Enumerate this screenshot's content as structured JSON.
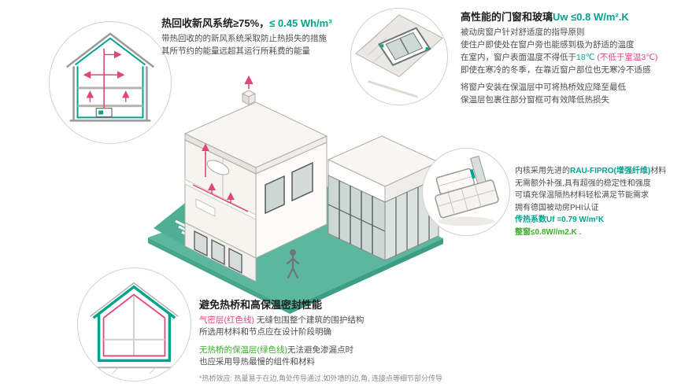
{
  "colors": {
    "teal": "#00a38c",
    "green": "#3dae2b",
    "red": "#e0457b",
    "platform": "#5bb89e"
  },
  "blocks": {
    "ventilation": {
      "title_black": "热回收新风系统≥75%，",
      "title_teal": "≤ 0.45 Wh/m³",
      "line1": "带热回收的的新风系统采取防止热损失的措施",
      "line2": "其所节约的能量远超其运行所耗费的能量"
    },
    "windows": {
      "title_black": "高性能的门窗和玻璃",
      "title_teal": "Uw ≤0.8 W/m².K",
      "p1l1": "被动房窗户针对舒适度的指导原则",
      "p1l2": "使住户即使处在窗户旁也能感到极为舒适的温度",
      "p1l3a": "在室内，窗户表面温度不得低于",
      "p1l3b": "18℃",
      "p1l3c": " (不低于室温3℃)",
      "p1l4": "即使在寒冷的冬季，在靠近窗户部位也无寒冷不适感",
      "p2l1": "将窗户安装在保温层中可将热桥效应降至最低",
      "p2l2": "保温层包裹住部分窗框可有效降低热损失"
    },
    "profile": {
      "l1a": "内核采用先进的",
      "l1b": "RAU-FIPRO(增强纤维)",
      "l1c": "材料",
      "l2": "无需额外补强,具有超强的稳定性和强度",
      "l3": "可填充保温隔热材料轻松满足节能需求",
      "l4": "拥有德国被动房PHI认证",
      "l5": "传热系数Uf =0.79 W/m²K",
      "l6": "整窗≤0.8W//m2.K ."
    },
    "thermal": {
      "title": "避免热桥和高保温密封性能",
      "p1a": "气密层(红色线)",
      "p1b": " 无缝包围整个建筑的围护结构",
      "p1l2": "所选用材料和节点应在设计阶段明确",
      "p2a": "无热桥的保温层(绿色线)",
      "p2b": "无法避免渗漏点时",
      "p2l2": "也应采用导热最慢的组件和材料",
      "footnote": "*热桥效应: 热量易于在边,角处传导通过,如外墙的边,角, 连接点等细节部分传导"
    }
  }
}
